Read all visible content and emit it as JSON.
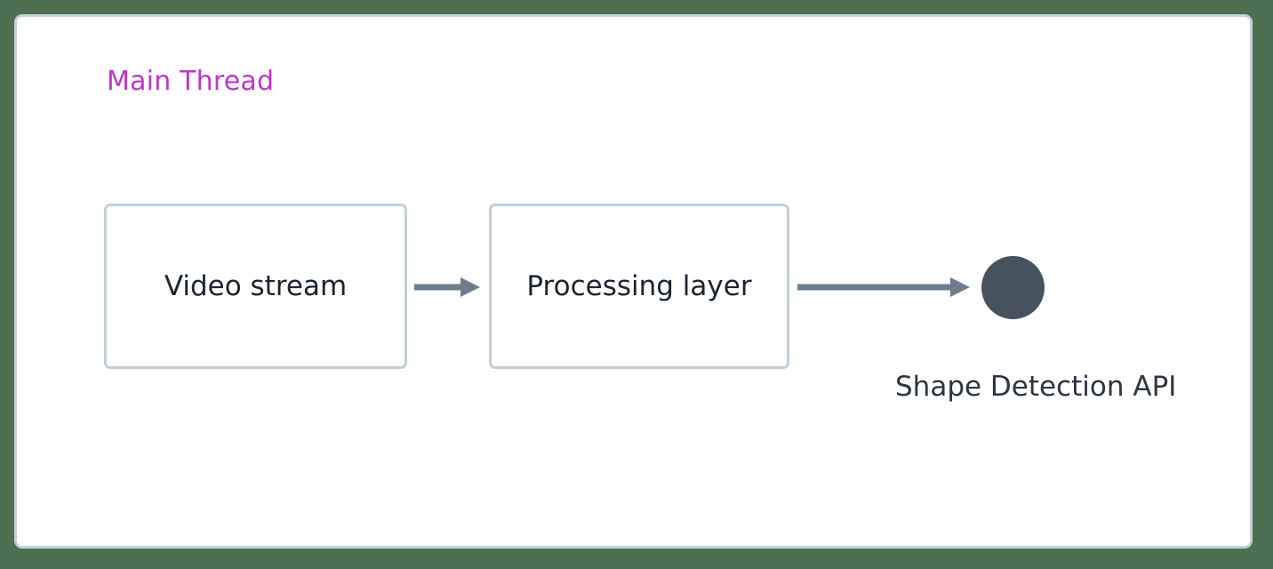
{
  "canvas": {
    "background_color": "#4d7052",
    "surface_color": "#ffffff",
    "border_color": "#c6d1dc"
  },
  "cluster": {
    "label": "Main Thread",
    "color": "#c035c9"
  },
  "nodes": [
    {
      "id": "video-stream",
      "label": "Video stream",
      "shape": "rounded-rect",
      "border_color": "#c2cedb",
      "text_color": "#1b2430"
    },
    {
      "id": "processing-layer",
      "label": "Processing layer",
      "shape": "rounded-rect",
      "border_color": "#c2cedb",
      "text_color": "#1b2430"
    },
    {
      "id": "shape-detection-api",
      "label": "Shape Detection API",
      "shape": "circle",
      "fill_color": "#47525f",
      "text_color": "#2c3642"
    }
  ],
  "edges": [
    {
      "id": "edge-video-to-processing",
      "from": "video-stream",
      "to": "processing-layer",
      "label": "",
      "color": "#6e7d8d",
      "arrowhead": "filled-triangle"
    },
    {
      "id": "edge-processing-to-shape-detection",
      "from": "processing-layer",
      "to": "shape-detection-api",
      "label": "",
      "color": "#6e7d8d",
      "arrowhead": "filled-triangle"
    }
  ]
}
